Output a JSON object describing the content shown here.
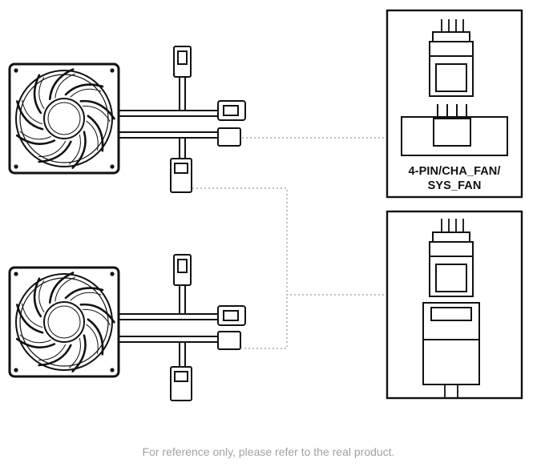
{
  "header_box": {
    "label_line1": "4-PIN/CHA_FAN/",
    "label_line2": "SYS_FAN"
  },
  "footnote": "For reference only, please refer to the real product.",
  "icons": {
    "fan": "fan-icon",
    "connector": "connector-icon"
  },
  "colors": {
    "line": "#111111",
    "dotted": "#9a9a9a",
    "footnote": "#a2a2a2"
  }
}
